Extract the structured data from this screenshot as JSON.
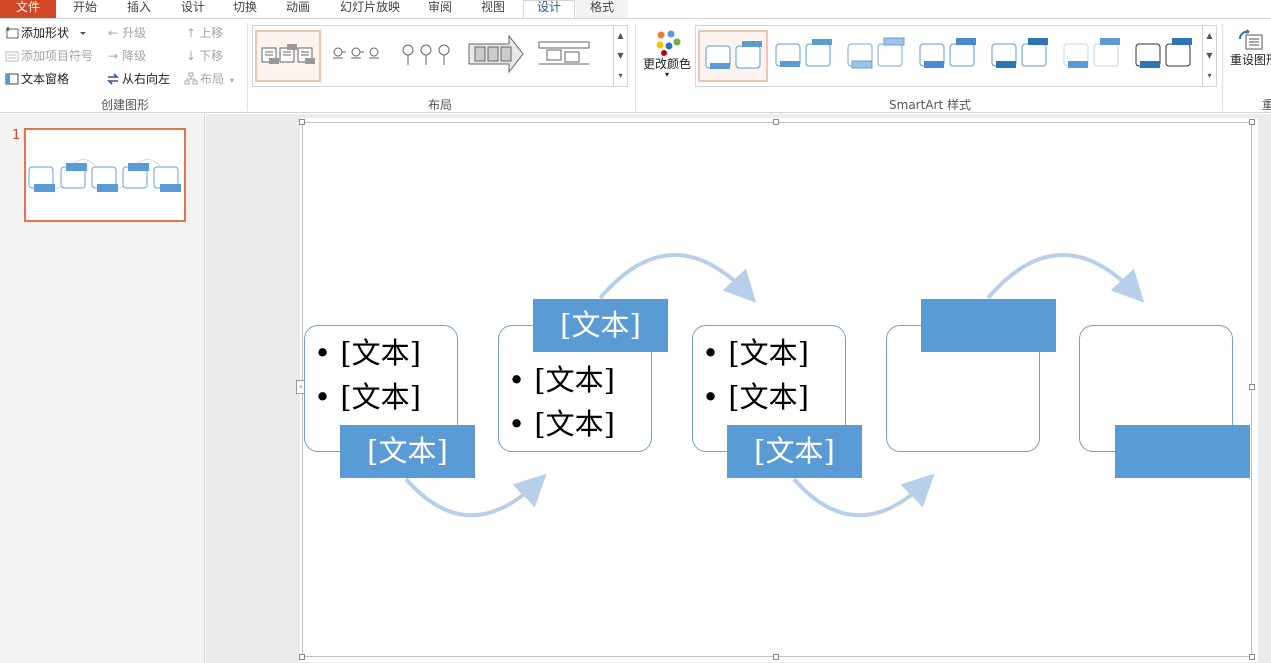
{
  "menu": {
    "tabs": [
      "文件",
      "开始",
      "插入",
      "设计",
      "切换",
      "动画",
      "幻灯片放映",
      "审阅",
      "视图",
      "设计",
      "格式"
    ],
    "active_tab": "设计"
  },
  "ribbon": {
    "create_graphic": {
      "add_shape": "添加形状",
      "add_bullet": "添加项目符号",
      "text_pane": "文本窗格",
      "promote": "升级",
      "demote": "降级",
      "right_to_left": "从右向左",
      "move_up": "上移",
      "move_down": "下移",
      "layout": "布局",
      "group_label": "创建图形"
    },
    "layouts": {
      "group_label": "布局"
    },
    "styles": {
      "change_colors": "更改颜色",
      "group_label": "SmartArt 样式"
    },
    "reset": {
      "label": "重设图形",
      "group_label_partial": "重"
    }
  },
  "thumbnails": {
    "slide_number": "1"
  },
  "slide": {
    "label_text": "[文本]",
    "bullet_text": "[文本]"
  },
  "colors": {
    "accent": "#5b9bd5",
    "arrow": "#b8cfea",
    "file_tab": "#d24726",
    "selection": "#e6734c"
  }
}
